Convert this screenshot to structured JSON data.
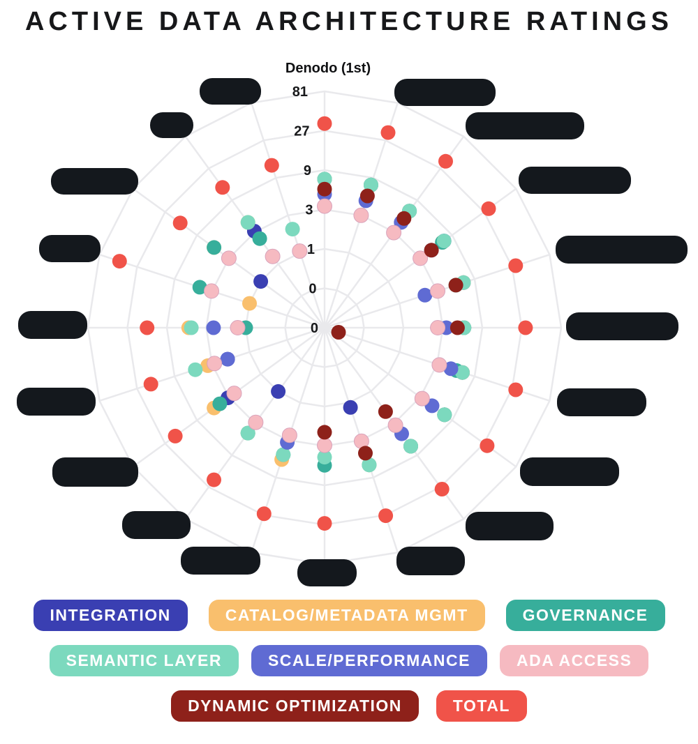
{
  "title": "ACTIVE DATA ARCHITECTURE RATINGS",
  "chart_data": {
    "type": "scatter-polar",
    "title": "ACTIVE DATA ARCHITECTURE RATINGS",
    "radial_axis": {
      "scale": "log-base-3",
      "tick_labels": [
        "81",
        "27",
        "9",
        "3",
        "1",
        "0",
        "0"
      ],
      "tick_values": [
        81,
        27,
        9,
        3,
        1,
        0.33,
        0.11
      ],
      "grid": "on",
      "grid_shape": "polygon"
    },
    "angular_axis": {
      "spokes": 20,
      "start": "top",
      "direction": "clockwise",
      "note": "vendor names redacted with black blobs except first-place vendor"
    },
    "series": [
      {
        "key": "integration",
        "label": "INTEGRATION",
        "color": "#3A3FB2"
      },
      {
        "key": "catalog_metadata_mgmt",
        "label": "CATALOG/METADATA MGMT",
        "color": "#F9BF6D"
      },
      {
        "key": "governance",
        "label": "GOVERNANCE",
        "color": "#37AE9B"
      },
      {
        "key": "semantic_layer",
        "label": "SEMANTIC LAYER",
        "color": "#7CD9BE"
      },
      {
        "key": "scale_performance",
        "label": "SCALE/PERFORMANCE",
        "color": "#5F6BD3"
      },
      {
        "key": "ada_access",
        "label": "ADA ACCESS",
        "color": "#F6BAC1"
      },
      {
        "key": "dynamic_optimization",
        "label": "DYNAMIC OPTIMIZATION",
        "color": "#8E211A"
      },
      {
        "key": "total",
        "label": "TOTAL",
        "color": "#F05349"
      }
    ],
    "vendors": [
      {
        "label": "Denodo (1st)",
        "redacted": false,
        "values": {
          "integration": 7,
          "catalog_metadata_mgmt": 7,
          "governance": 7,
          "semantic_layer": 7,
          "scale_performance": 4.6,
          "ada_access": 3.3,
          "dynamic_optimization": 5.3,
          "total": 33
        }
      },
      {
        "label": "[REDACTED]",
        "redacted": true,
        "label_box": {
          "x": 565,
          "y": 113,
          "w": 145,
          "h": 39
        },
        "values": {
          "integration": 7.3,
          "catalog_metadata_mgmt": 7.3,
          "governance": 7.3,
          "semantic_layer": 7.3,
          "scale_performance": 4.6,
          "ada_access": 3.0,
          "dynamic_optimization": 5.3,
          "total": 34
        }
      },
      {
        "label": "[REDACTED]",
        "redacted": true,
        "label_box": {
          "x": 667,
          "y": 161,
          "w": 170,
          "h": 39
        },
        "values": {
          "integration": 6.2,
          "catalog_metadata_mgmt": 6.2,
          "governance": 6.2,
          "semantic_layer": 6.2,
          "scale_performance": 4.2,
          "ada_access": 2.95,
          "dynamic_optimization": 4.8,
          "total": 34.5
        }
      },
      {
        "label": "[REDACTED]",
        "redacted": true,
        "label_box": {
          "x": 743,
          "y": 239,
          "w": 161,
          "h": 39
        },
        "values": {
          "integration": 6.8,
          "catalog_metadata_mgmt": 6.4,
          "governance": 6.4,
          "semantic_layer": 6.8,
          "scale_performance": 4.4,
          "ada_access": 3.0,
          "dynamic_optimization": 4.4,
          "total": 31.5
        }
      },
      {
        "label": "[REDACTED]",
        "redacted": true,
        "label_box": {
          "x": 796,
          "y": 338,
          "w": 189,
          "h": 40
        },
        "values": {
          "integration": 6.5,
          "catalog_metadata_mgmt": 6.5,
          "governance": 5.2,
          "semantic_layer": 6.5,
          "scale_performance": 2.1,
          "ada_access": 3.05,
          "dynamic_optimization": 5.2,
          "total": 30
        }
      },
      {
        "label": "[REDACTED]",
        "redacted": true,
        "label_box": {
          "x": 811,
          "y": 448,
          "w": 161,
          "h": 40
        },
        "values": {
          "integration": 5.4,
          "catalog_metadata_mgmt": 5.4,
          "governance": 5.4,
          "semantic_layer": 5.4,
          "scale_performance": 3.3,
          "ada_access": 2.6,
          "dynamic_optimization": 4.5,
          "total": 30
        }
      },
      {
        "label": "[REDACTED]",
        "redacted": true,
        "label_box": {
          "x": 798,
          "y": 557,
          "w": 128,
          "h": 40
        },
        "values": {
          "integration": 6.3,
          "catalog_metadata_mgmt": 6.3,
          "governance": 5.3,
          "semantic_layer": 6.3,
          "scale_performance": 4.5,
          "ada_access": 3.2,
          "dynamic_optimization": 0,
          "total": 30
        }
      },
      {
        "label": "[REDACTED]",
        "redacted": true,
        "label_box": {
          "x": 745,
          "y": 656,
          "w": 142,
          "h": 41
        },
        "values": {
          "integration": 6.9,
          "catalog_metadata_mgmt": 6.9,
          "governance": 6.9,
          "semantic_layer": 6.9,
          "scale_performance": 4.5,
          "ada_access": 3.2,
          "dynamic_optimization": null,
          "total": 30
        }
      },
      {
        "label": "[REDACTED]",
        "redacted": true,
        "label_box": {
          "x": 667,
          "y": 734,
          "w": 126,
          "h": 41
        },
        "values": {
          "integration": 6.6,
          "catalog_metadata_mgmt": 6.6,
          "governance": 6.6,
          "semantic_layer": 6.6,
          "scale_performance": 4.3,
          "ada_access": 3.2,
          "dynamic_optimization": 2.0,
          "total": 29
        }
      },
      {
        "label": "[REDACTED]",
        "redacted": true,
        "label_box": {
          "x": 568,
          "y": 784,
          "w": 98,
          "h": 41
        },
        "values": {
          "integration": 1.15,
          "catalog_metadata_mgmt": 6.2,
          "governance": 6.2,
          "semantic_layer": 6.2,
          "scale_performance": 3.1,
          "ada_access": 3.1,
          "dynamic_optimization": 4.4,
          "total": 27.5
        }
      },
      {
        "label": "[REDACTED]",
        "redacted": true,
        "label_box": {
          "x": 426,
          "y": 802,
          "w": 85,
          "h": 39
        },
        "values": {
          "integration": null,
          "catalog_metadata_mgmt": null,
          "governance": 5.15,
          "semantic_layer": 4.1,
          "scale_performance": 2.95,
          "ada_access": 2.95,
          "dynamic_optimization": 2.05,
          "total": 26
        }
      },
      {
        "label": "[REDACTED]",
        "redacted": true,
        "label_box": {
          "x": 259,
          "y": 784,
          "w": 114,
          "h": 40
        },
        "values": {
          "integration": null,
          "catalog_metadata_mgmt": 5.3,
          "governance": 4.6,
          "semantic_layer": 4.6,
          "scale_performance": 3.2,
          "ada_access": 2.6,
          "dynamic_optimization": null,
          "total": 26
        }
      },
      {
        "label": "[REDACTED]",
        "redacted": true,
        "label_box": {
          "x": 175,
          "y": 733,
          "w": 98,
          "h": 40
        },
        "values": {
          "integration": 1.0,
          "catalog_metadata_mgmt": 4.2,
          "governance": 4.2,
          "semantic_layer": 4.2,
          "scale_performance": 2.9,
          "ada_access": 2.9,
          "dynamic_optimization": null,
          "total": 21
        }
      },
      {
        "label": "[REDACTED]",
        "redacted": true,
        "label_box": {
          "x": 75,
          "y": 656,
          "w": 123,
          "h": 42
        },
        "values": {
          "integration": 3.1,
          "catalog_metadata_mgmt": 5.0,
          "governance": 4.1,
          "semantic_layer": null,
          "scale_performance": 2.5,
          "ada_access": 2.5,
          "dynamic_optimization": null,
          "total": 19
        }
      },
      {
        "label": "[REDACTED]",
        "redacted": true,
        "label_box": {
          "x": 24,
          "y": 556,
          "w": 113,
          "h": 40
        },
        "values": {
          "integration": 1.9,
          "catalog_metadata_mgmt": 3.4,
          "governance": null,
          "semantic_layer": 4.9,
          "scale_performance": 1.9,
          "ada_access": 2.8,
          "dynamic_optimization": null,
          "total": 18
        }
      },
      {
        "label": "[REDACTED]",
        "redacted": true,
        "label_box": {
          "x": 26,
          "y": 446,
          "w": 99,
          "h": 40
        },
        "values": {
          "integration": null,
          "catalog_metadata_mgmt": 4.9,
          "governance": 1.0,
          "semantic_layer": 4.55,
          "scale_performance": 2.45,
          "ada_access": 1.25,
          "dynamic_optimization": null,
          "total": 15.6
        }
      },
      {
        "label": "[REDACTED]",
        "redacted": true,
        "label_box": {
          "x": 56,
          "y": 337,
          "w": 88,
          "h": 39
        },
        "values": {
          "integration": null,
          "catalog_metadata_mgmt": 1.0,
          "governance": 4.3,
          "semantic_layer": null,
          "scale_performance": null,
          "ada_access": 3.05,
          "dynamic_optimization": null,
          "total": 45
        }
      },
      {
        "label": "[REDACTED]",
        "redacted": true,
        "label_box": {
          "x": 73,
          "y": 241,
          "w": 125,
          "h": 38
        },
        "values": {
          "integration": 1.0,
          "catalog_metadata_mgmt": 5.0,
          "governance": 5.0,
          "semantic_layer": null,
          "scale_performance": null,
          "ada_access": 3.0,
          "dynamic_optimization": null,
          "total": 16
        }
      },
      {
        "label": "[REDACTED]",
        "redacted": true,
        "label_box": {
          "x": 215,
          "y": 161,
          "w": 62,
          "h": 37
        },
        "values": {
          "integration": 3.1,
          "catalog_metadata_mgmt": 4.2,
          "governance": 2.4,
          "semantic_layer": 4.2,
          "scale_performance": null,
          "ada_access": 1.3,
          "dynamic_optimization": null,
          "total": 14
        }
      },
      {
        "label": "[REDACTED]",
        "redacted": true,
        "label_box": {
          "x": 286,
          "y": 112,
          "w": 88,
          "h": 38
        },
        "values": {
          "integration": null,
          "catalog_metadata_mgmt": null,
          "governance": null,
          "semantic_layer": 2.0,
          "scale_performance": null,
          "ada_access": 1.05,
          "dynamic_optimization": null,
          "total": 13
        }
      }
    ]
  },
  "legend": {
    "rows": [
      [
        "integration",
        "catalog_metadata_mgmt",
        "governance"
      ],
      [
        "semantic_layer",
        "scale_performance",
        "ada_access"
      ],
      [
        "dynamic_optimization",
        "total"
      ]
    ]
  },
  "colors": {
    "background": "#ffffff",
    "grid": "#e9e9ec",
    "redaction_blob": "#14181d",
    "text": "#17181a"
  }
}
